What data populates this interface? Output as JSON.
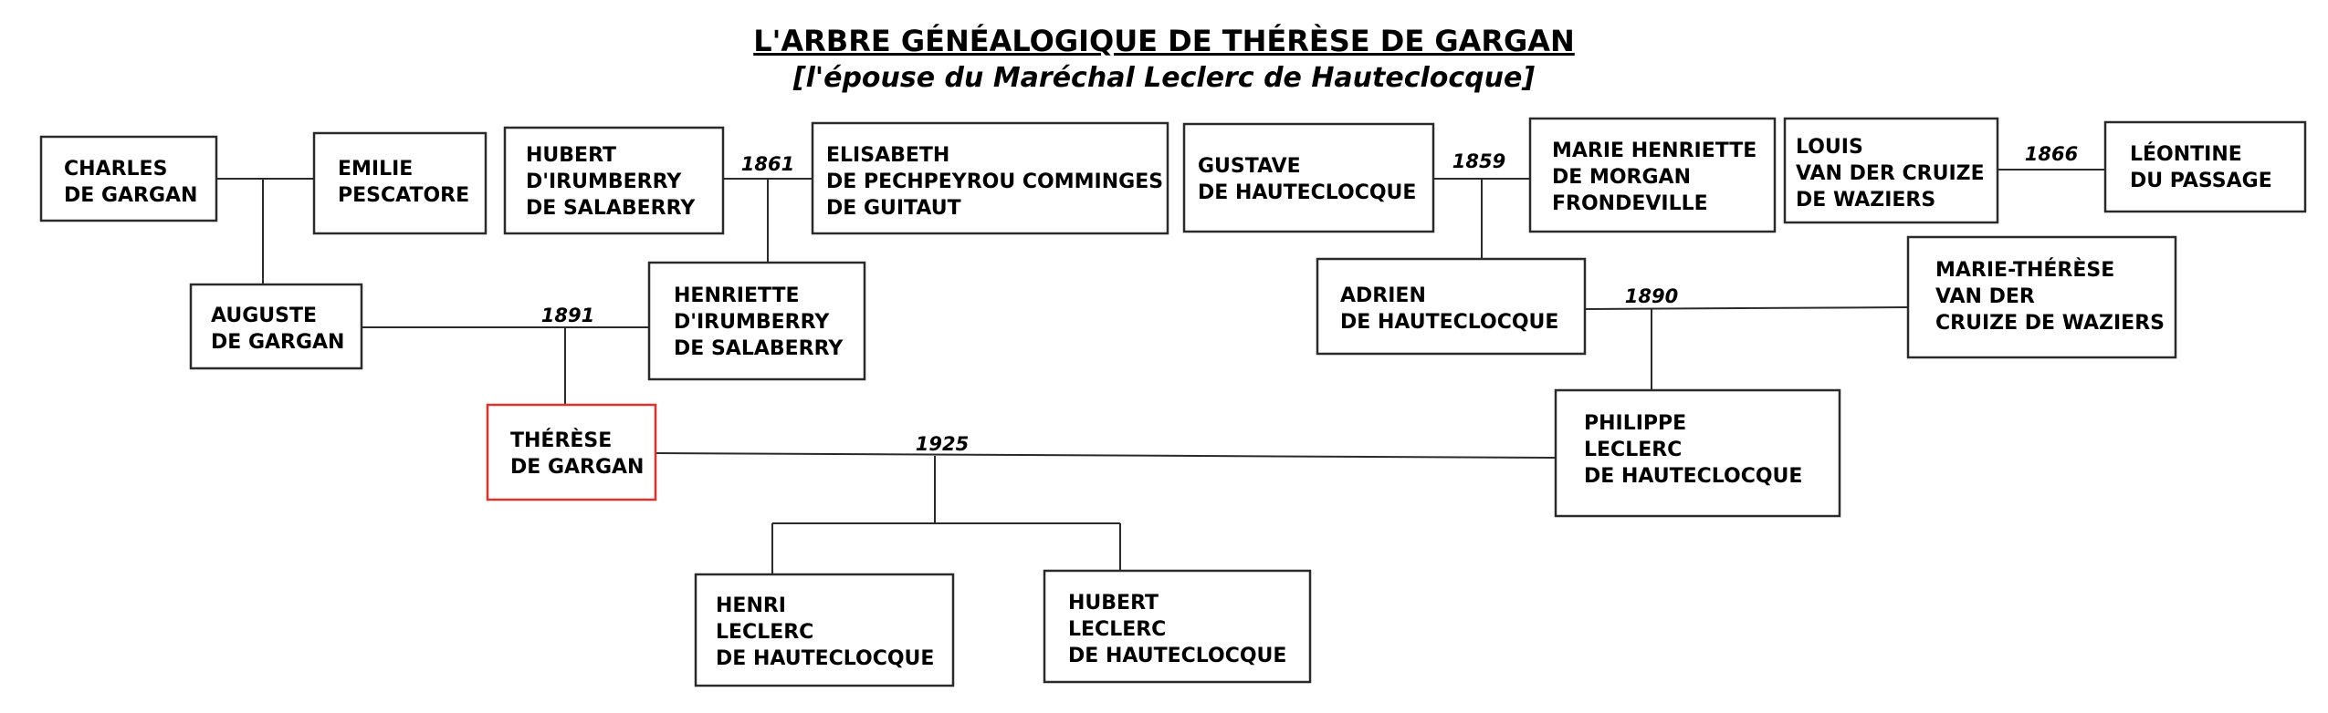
{
  "title": "L'ARBRE GÉNÉALOGIQUE DE THÉRÈSE DE GARGAN",
  "subtitle": "[l'épouse du Maréchal Leclerc de Hauteclocque]",
  "highlight_color": "#e0312b",
  "people": {
    "charles": [
      "CHARLES",
      "DE GARGAN"
    ],
    "emilie": [
      "EMILIE",
      "PESCATORE"
    ],
    "hubert_sal": [
      "HUBERT",
      "D'IRUMBERRY",
      "DE SALABERRY"
    ],
    "elisabeth": [
      "ELISABETH",
      "DE PECHPEYROU COMMINGES",
      "DE GUITAUT"
    ],
    "gustave": [
      "GUSTAVE",
      "DE HAUTECLOCQUE"
    ],
    "marie_henriette": [
      "MARIE HENRIETTE",
      "DE MORGAN",
      "FRONDEVILLE"
    ],
    "louis": [
      "LOUIS",
      "VAN DER CRUIZE",
      "DE WAZIERS"
    ],
    "leontine": [
      "LÉONTINE",
      "DU PASSAGE"
    ],
    "auguste": [
      "AUGUSTE",
      "DE GARGAN"
    ],
    "henriette": [
      "HENRIETTE",
      "D'IRUMBERRY",
      "DE SALABERRY"
    ],
    "adrien": [
      "ADRIEN",
      "DE HAUTECLOCQUE"
    ],
    "marie_therese": [
      "MARIE-THÉRÈSE",
      "VAN DER",
      "CRUIZE DE WAZIERS"
    ],
    "therese": [
      "THÉRÈSE",
      "DE GARGAN"
    ],
    "philippe": [
      "PHILIPPE",
      "LECLERC",
      "DE HAUTECLOCQUE"
    ],
    "henri": [
      "HENRI",
      "LECLERC",
      "DE HAUTECLOCQUE"
    ],
    "hubert_lec": [
      "HUBERT",
      "LECLERC",
      "DE HAUTECLOCQUE"
    ]
  },
  "marriages": {
    "m1861": "1861",
    "m1859": "1859",
    "m1866": "1866",
    "m1891": "1891",
    "m1890": "1890",
    "m1925": "1925"
  }
}
